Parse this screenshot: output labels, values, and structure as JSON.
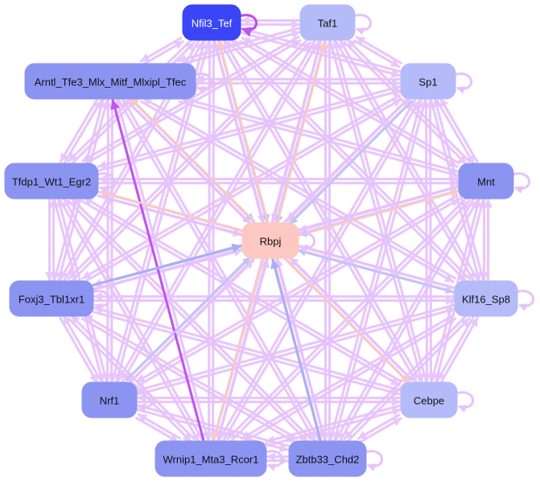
{
  "graph": {
    "type": "directed-network",
    "center_node": "rbpj",
    "colors": {
      "default_edge": "#e6c2fa",
      "dark_node": "#3a46f5",
      "mid_node": "#8c94f2",
      "light_node": "#b4bbf8",
      "center_node": "#fdc8c2",
      "edge_purple": "#c154f0",
      "edge_blue": "#a8b0f4",
      "edge_peach": "#fbcbbf",
      "edge_lightblue": "#bcc6f5",
      "self_loop_dark": "#bd4ef1"
    },
    "nodes": [
      {
        "id": "nfil3",
        "label": "Nfil3_Tef",
        "tone": "dark"
      },
      {
        "id": "taf1",
        "label": "Taf1",
        "tone": "light"
      },
      {
        "id": "arntl",
        "label": "Arntl_Tfe3_Mlx_Mitf_Mlxipl_Tfec",
        "tone": "mid"
      },
      {
        "id": "sp1",
        "label": "Sp1",
        "tone": "light"
      },
      {
        "id": "tfdp1",
        "label": "Tfdp1_Wt1_Egr2",
        "tone": "mid"
      },
      {
        "id": "mnt",
        "label": "Mnt",
        "tone": "mid"
      },
      {
        "id": "rbpj",
        "label": "Rbpj",
        "tone": "center"
      },
      {
        "id": "foxj3",
        "label": "Foxj3_Tbl1xr1",
        "tone": "mid"
      },
      {
        "id": "klf16",
        "label": "Klf16_Sp8",
        "tone": "light"
      },
      {
        "id": "nrf1",
        "label": "Nrf1",
        "tone": "mid"
      },
      {
        "id": "cebpe",
        "label": "Cebpe",
        "tone": "light"
      },
      {
        "id": "wrnip1",
        "label": "Wrnip1_Mta3_Rcor1",
        "tone": "mid"
      },
      {
        "id": "zbtb33",
        "label": "Zbtb33_Chd2",
        "tone": "mid"
      }
    ],
    "highlighted_edges": [
      {
        "from": "wrnip1",
        "to": "arntl",
        "color": "purple"
      },
      {
        "from": "zbtb33",
        "to": "rbpj",
        "color": "blue"
      },
      {
        "from": "foxj3",
        "to": "rbpj",
        "color": "blue"
      },
      {
        "from": "klf16",
        "to": "rbpj",
        "color": "lightblue"
      },
      {
        "from": "taf1",
        "to": "rbpj",
        "color": "lightblue"
      },
      {
        "from": "sp1",
        "to": "rbpj",
        "color": "lightblue"
      },
      {
        "from": "arntl",
        "to": "rbpj",
        "color": "lightblue"
      },
      {
        "from": "nrf1",
        "to": "rbpj",
        "color": "lightblue"
      },
      {
        "from": "mnt",
        "to": "rbpj",
        "color": "lightblue"
      },
      {
        "from": "nfil3",
        "to": "rbpj",
        "color": "lightblue"
      },
      {
        "from": "rbpj",
        "to": "cebpe",
        "color": "peach"
      },
      {
        "from": "rbpj",
        "to": "wrnip1",
        "color": "peach"
      },
      {
        "from": "rbpj",
        "to": "tfdp1",
        "color": "peach"
      },
      {
        "from": "rbpj",
        "to": "taf1",
        "color": "peach"
      },
      {
        "from": "rbpj",
        "to": "arntl",
        "color": "peach"
      },
      {
        "from": "rbpj",
        "to": "nfil3",
        "color": "peach"
      },
      {
        "from": "rbpj",
        "to": "mnt",
        "color": "peach"
      }
    ]
  }
}
